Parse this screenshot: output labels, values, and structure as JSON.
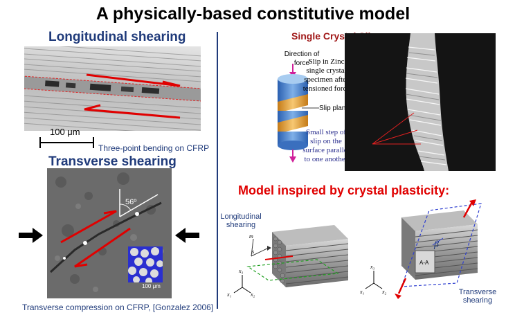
{
  "title": "A physically-based constitutive model",
  "left": {
    "longitudinal_heading": "Longitudinal shearing",
    "scale_bar_label": "100 μm",
    "bending_caption": "Three-point bending on CFRP",
    "transverse_heading": "Transverse shearing",
    "angle_label": "56º",
    "inset_scale_label": "100 μm",
    "compression_caption": "Transverse compression on CFRP, [Gonzalez 2006]"
  },
  "right": {
    "crystal_heading": "Single Crystal Slip",
    "direction_of_force": "Direction of force",
    "slip_plane": "Slip plane",
    "zinc_note": "Slip in Zinc single crystal specimen after tensioned force",
    "small_step_note": "Small step of slip on the surface parallel to one another",
    "model_heading": "Model inspired by crystal plasticity:",
    "longitudinal_label": "Longitudinal shearing",
    "transverse_label": "Transverse shearing",
    "beta_label": "β"
  },
  "colors": {
    "heading_blue": "#1f3a7a",
    "accent_red": "#e00000",
    "note_blue": "#2b2f8e"
  }
}
